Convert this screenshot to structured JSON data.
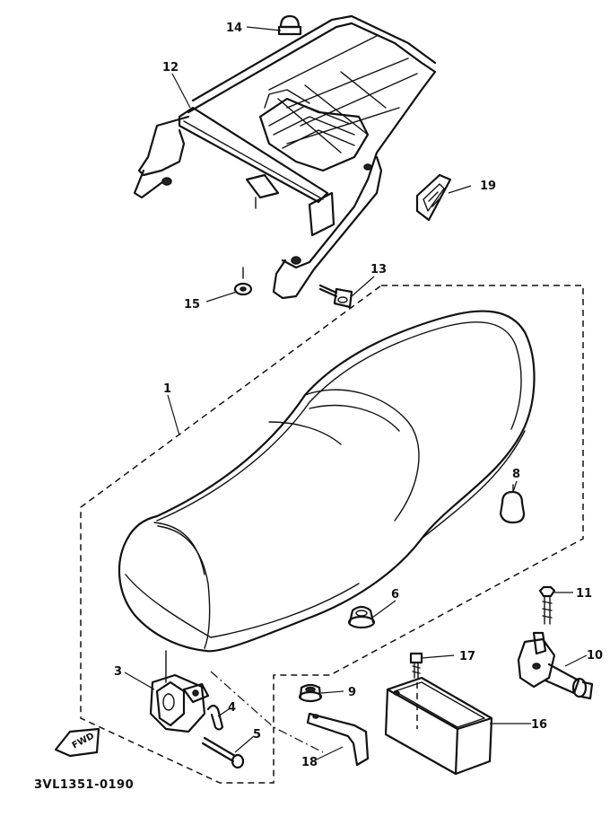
{
  "diagram": {
    "drawing_code": "3VL1351-0190",
    "fwd_label": "FWD",
    "callouts": [
      {
        "id": "c1",
        "label": "1"
      },
      {
        "id": "c3",
        "label": "3"
      },
      {
        "id": "c4",
        "label": "4"
      },
      {
        "id": "c5",
        "label": "5"
      },
      {
        "id": "c6",
        "label": "6"
      },
      {
        "id": "c8",
        "label": "8"
      },
      {
        "id": "c9",
        "label": "9"
      },
      {
        "id": "c10",
        "label": "10"
      },
      {
        "id": "c11",
        "label": "11"
      },
      {
        "id": "c12",
        "label": "12"
      },
      {
        "id": "c13",
        "label": "13"
      },
      {
        "id": "c14",
        "label": "14"
      },
      {
        "id": "c15",
        "label": "15"
      },
      {
        "id": "c16",
        "label": "16"
      },
      {
        "id": "c17",
        "label": "17"
      },
      {
        "id": "c18",
        "label": "18"
      },
      {
        "id": "c19",
        "label": "19"
      }
    ]
  }
}
